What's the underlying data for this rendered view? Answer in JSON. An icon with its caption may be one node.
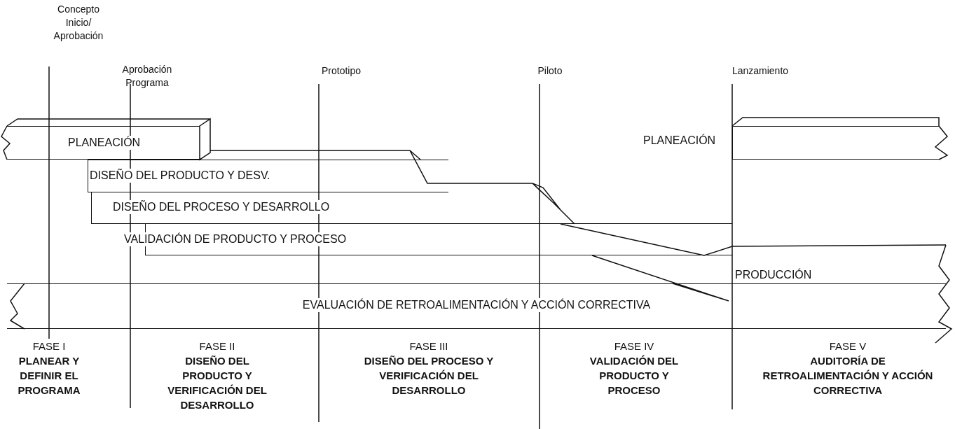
{
  "diagram": {
    "nodes": [
      {
        "text": [
          "PLANEACIÓN"
        ]
      },
      {
        "text": [
          "DISEÑO DEL PRODUCTO Y DESV."
        ]
      },
      {
        "text": [
          "DISEÑO DEL PROCESO Y DESARROLLO"
        ]
      },
      {
        "text": [
          "VALIDACIÓN DE PRODUCTO Y PROCESO"
        ]
      },
      {
        "text": [
          "PLANEACIÓN"
        ]
      },
      {
        "text": [
          "PRODUCCIÓN"
        ]
      },
      {
        "text": [
          "EVALUACIÓN DE RETROALIMENTACIÓN Y ACCIÓN CORRECTIVA"
        ]
      }
    ],
    "labels": [
      "Concepto Inicio/ Aprobación",
      "Aprobación Programa",
      "Prototipo",
      "Piloto",
      "Lanzamiento",
      "FASE I",
      "PLANEAR Y DEFINIR EL PROGRAMA",
      "FASE II",
      "DISEÑO DEL PRODUCTO Y VERIFICACIÓN DEL DESARROLLO",
      "FASE III",
      "DISEÑO DEL PROCESO Y VERIFICACIÓN DEL DESARROLLO",
      "FASE IV",
      "VALIDACIÓN DEL PRODUCTO Y PROCESO",
      "FASE V",
      "AUDITORÍA DE RETROALIMENTACIÓN Y ACCIÓN CORRECTIVA"
    ]
  }
}
